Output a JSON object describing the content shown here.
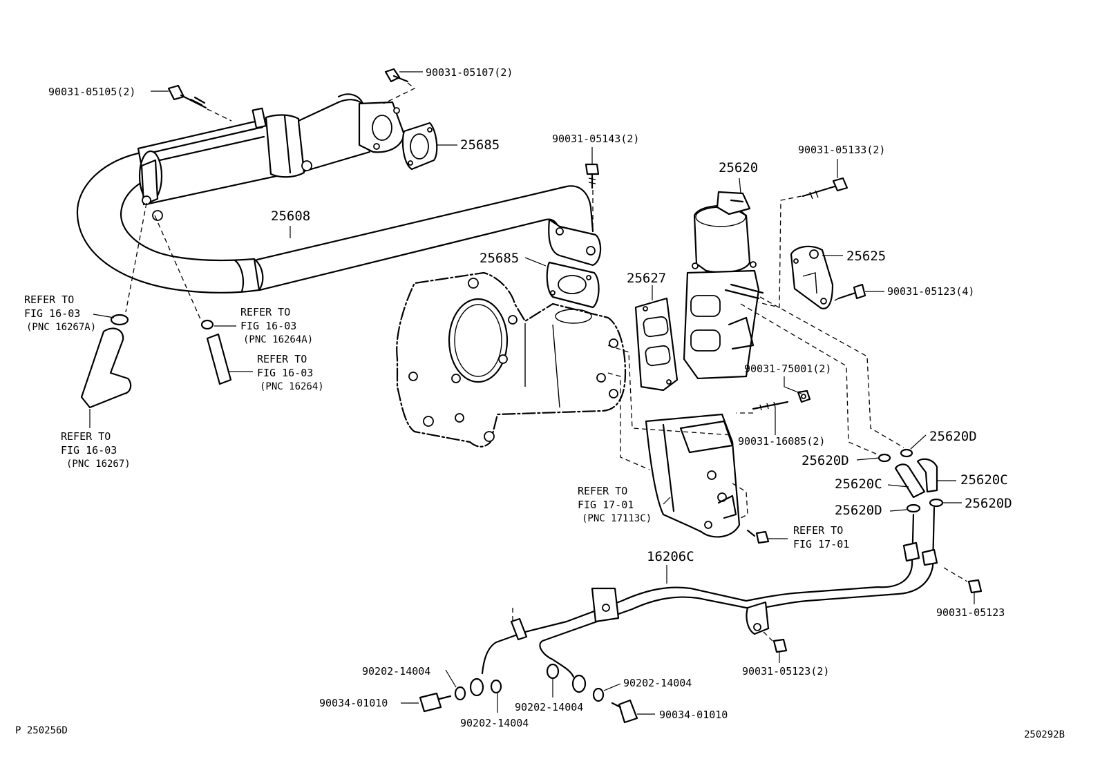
{
  "labels": {
    "bolt_05107": "90031-05107(2)",
    "bolt_05105": "90031-05105(2)",
    "gasket_top": "25685",
    "bolt_05143": "90031-05143(2)",
    "pipe": "25608",
    "valve": "25620",
    "bolt_05133": "90031-05133(2)",
    "gasket_mid": "25685",
    "gasket_627": "25627",
    "plate_625": "25625",
    "bolt_05123_4": "90031-05123(4)",
    "nut_75001": "90031-75001(2)",
    "stud_16085": "90031-16085(2)",
    "clamp_d1": "25620D",
    "clamp_d2": "25620D",
    "hose_c1": "25620C",
    "hose_c2": "25620C",
    "clamp_d3": "25620D",
    "clamp_d4": "25620D",
    "pipe_16206c": "16206C",
    "bolt_05123_r": "90031-05123",
    "bolt_05123_2": "90031-05123(2)",
    "gasket_14004_a": "90202-14004",
    "gasket_14004_b": "90202-14004",
    "gasket_14004_c": "90202-14004",
    "gasket_14004_d": "90202-14004",
    "bolt_01010_l": "90034-01010",
    "bolt_01010_r": "90034-01010",
    "ref_16267a": [
      "REFER TO",
      "FIG 16-03",
      "(PNC 16267A)"
    ],
    "ref_16264a": [
      "REFER TO",
      "FIG 16-03",
      "(PNC 16264A)"
    ],
    "ref_16264": [
      "REFER TO",
      "FIG 16-03",
      "(PNC 16264)"
    ],
    "ref_16267": [
      "REFER TO",
      "FIG 16-03",
      "(PNC 16267)"
    ],
    "ref_17113c": [
      "REFER TO",
      "FIG 17-01",
      "(PNC 17113C)"
    ],
    "ref_1701": [
      "REFER TO",
      "FIG 17-01"
    ],
    "code_left": "P 250256D",
    "code_right": "250292B"
  }
}
